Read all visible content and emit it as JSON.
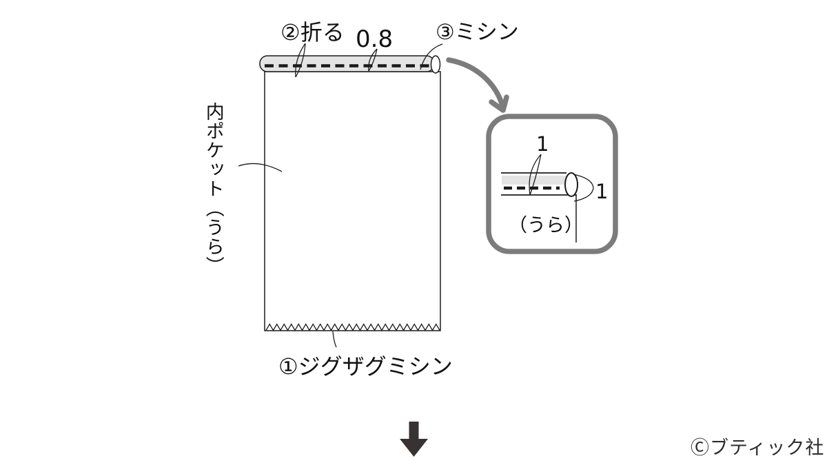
{
  "colors": {
    "ink": "#1a1a1a",
    "band": "#e4e4e4",
    "gray": "#7c7c7c",
    "arrow_dark": "#383232",
    "text": "#111111",
    "paper": "#ffffff"
  },
  "main_diagram": {
    "piece_label": "内ポケット（うら）",
    "labels": {
      "step2_fold": "②折る",
      "fold_width_value": "0.8",
      "step3_machine_stitch": "③ミシン",
      "step1_zigzag_stitch": "①ジグザグミシン"
    }
  },
  "inset": {
    "measure_fold_depth": "1",
    "measure_roll_height": "1",
    "side_label": "（うら）"
  },
  "footer": {
    "copyright": "Ⓒブティック社"
  }
}
